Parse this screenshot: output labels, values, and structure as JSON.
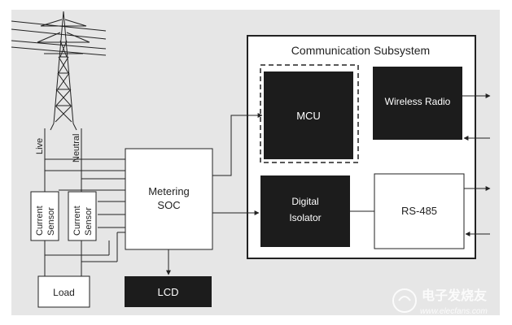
{
  "labels": {
    "live": "Live",
    "neutral": "Neutral",
    "current_sensor_line1": "Current",
    "current_sensor_line2": "Sensor",
    "load": "Load",
    "metering_line1": "Metering",
    "metering_line2": "SOC",
    "lcd": "LCD",
    "subsystem_title": "Communication Subsystem",
    "mcu": "MCU",
    "wireless_radio": "Wireless Radio",
    "isolator_line1": "Digital",
    "isolator_line2": "Isolator",
    "rs485": "RS-485",
    "watermark_cn": "电子发烧友",
    "watermark_url": "www.elecfans.com"
  },
  "colors": {
    "background": "#e6e6e6",
    "dark_block": "#1c1c1c",
    "line": "#222222",
    "white": "#ffffff"
  }
}
